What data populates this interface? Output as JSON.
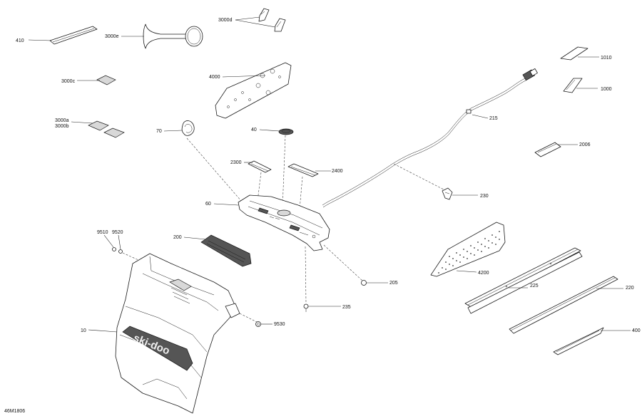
{
  "drawing_number": "46M1806",
  "callouts": {
    "c410": "410",
    "c3000e": "3000e",
    "c3000d": "3000d",
    "c4000": "4000",
    "c3000c": "3000c",
    "c3000a": "3000a",
    "c3000b": "3000b",
    "c70": "70",
    "c40": "40",
    "c2300": "2300",
    "c2400": "2400",
    "c60": "60",
    "c215": "215",
    "c1010": "1010",
    "c1000": "1000",
    "c2006": "2006",
    "c230": "230",
    "c9510": "9510",
    "c9520": "9520",
    "c200": "200",
    "c4200": "4200",
    "c205": "205",
    "c225": "225",
    "c220": "220",
    "c235": "235",
    "c9530": "9530",
    "c10": "10",
    "c400": "400"
  },
  "logo_text": "ski-doo"
}
